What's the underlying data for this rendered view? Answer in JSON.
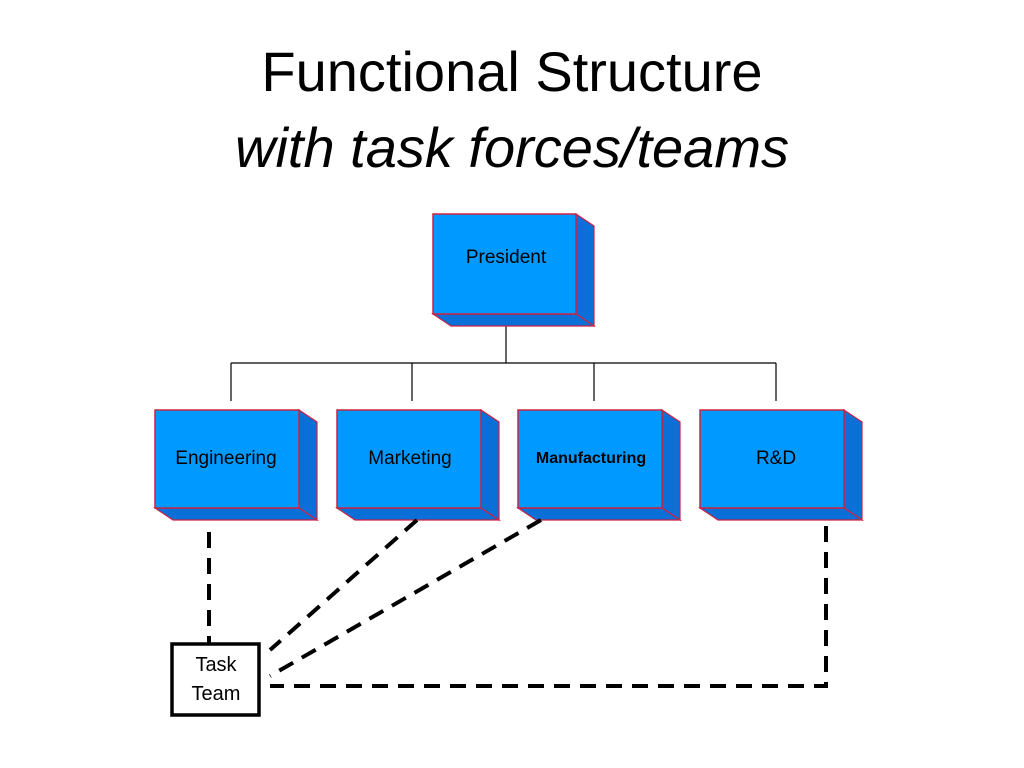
{
  "title": "Functional Structure",
  "subtitle": "with task forces/teams",
  "colors": {
    "box_face": "#0099ff",
    "box_side": "#0a6fd6",
    "box_border": "#cc2244",
    "line": "#000000"
  },
  "president": {
    "label": "President"
  },
  "departments": [
    {
      "label": "Engineering",
      "bold": false
    },
    {
      "label": "Marketing",
      "bold": false
    },
    {
      "label": "Manufacturing",
      "bold": true
    },
    {
      "label": "R&D",
      "bold": false
    }
  ],
  "task_team": {
    "label_line1": "Task",
    "label_line2": "Team"
  }
}
